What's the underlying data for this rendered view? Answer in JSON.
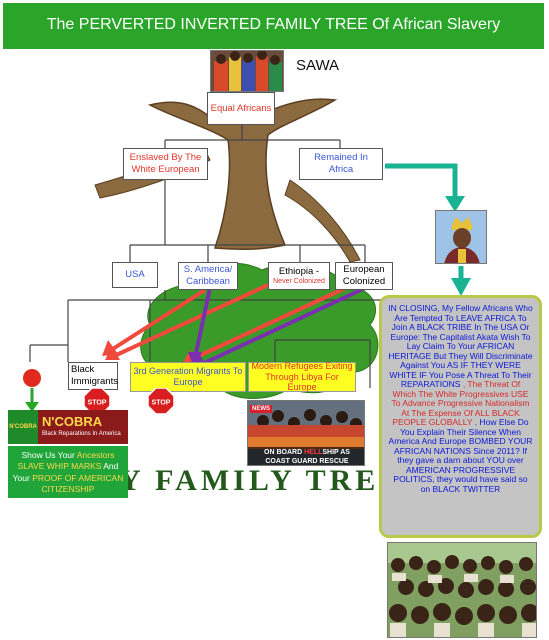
{
  "header": {
    "title": "The PERVERTED INVERTED FAMILY TREE Of African Slavery"
  },
  "top": {
    "label": "SAWA"
  },
  "nodes": {
    "equal": "Equal Africans",
    "enslaved": "Enslaved By The White European",
    "remained": "Remained In Africa",
    "usa": "USA",
    "samerica": "S. America/ Caribbean",
    "ethiopia": "Ethiopia -",
    "ethiopia_sub": "Never Colonized",
    "european": "European Colonized",
    "black_immigrants": "Black Immigrants",
    "third_gen": "3rd Generation Migrants To Europe",
    "modern": "Modern Refugees Exiting Through Libya For Europe"
  },
  "stop_text": "STOP",
  "ncobra": {
    "left": "N'COBRA",
    "brand": "N'COBRA",
    "tagline": "Black Reparations In America",
    "caption_parts": [
      "Show Us Your ",
      "Ancestors",
      " ",
      "SLAVE WHIP MARKS",
      " And Your ",
      "PROOF OF AMERICAN CITIZENSHIP"
    ]
  },
  "news": {
    "badge": "NEWS",
    "line1": "ON BOARD ",
    "hell": "HELL",
    "line1b": "SHIP AS",
    "line2": "COAST GUARD RESCUE MIGRANTS"
  },
  "tree_caption": "MY FAMILY TREE",
  "closing": {
    "parts": [
      {
        "t": "IN CLOSING, My Fellow Africans Who Are Tempted To LEAVE AFRICA To Join A BLACK TRIBE In The USA Or Europe: ",
        "c": "blue"
      },
      {
        "t": "The Capitalist Akata Wish To Lay Claim To Your AFRICAN HERITAGE But They Will Discriminate Against You AS IF THEY WERE WHITE IF You Pose A Threat To Their REPARATIONS",
        "c": "blue"
      },
      {
        "t": " , The Threat Of Which The White Progressives USE To Advance Progressive Nationalism At The Expense Of ALL BLACK PEOPLE GLOBALLY",
        "c": "red"
      },
      {
        "t": " . How Else Do You Explain Their Silence When America And Europe BOMBED YOUR AFRICAN NATIONS Since 2011? If they gave a darn about YOU over AMERICAN PROGRESSIVE POLITICS, they would have said so on BLACK TWITTER",
        "c": "blue"
      }
    ]
  },
  "colors": {
    "banner": "#2aa52a",
    "teal_arrow": "#19b394",
    "red_arrow": "#ef4a3c",
    "purple_arrow": "#7a2fb0",
    "trunk": "#8b6a40",
    "leaves": "#3a9a2a"
  }
}
